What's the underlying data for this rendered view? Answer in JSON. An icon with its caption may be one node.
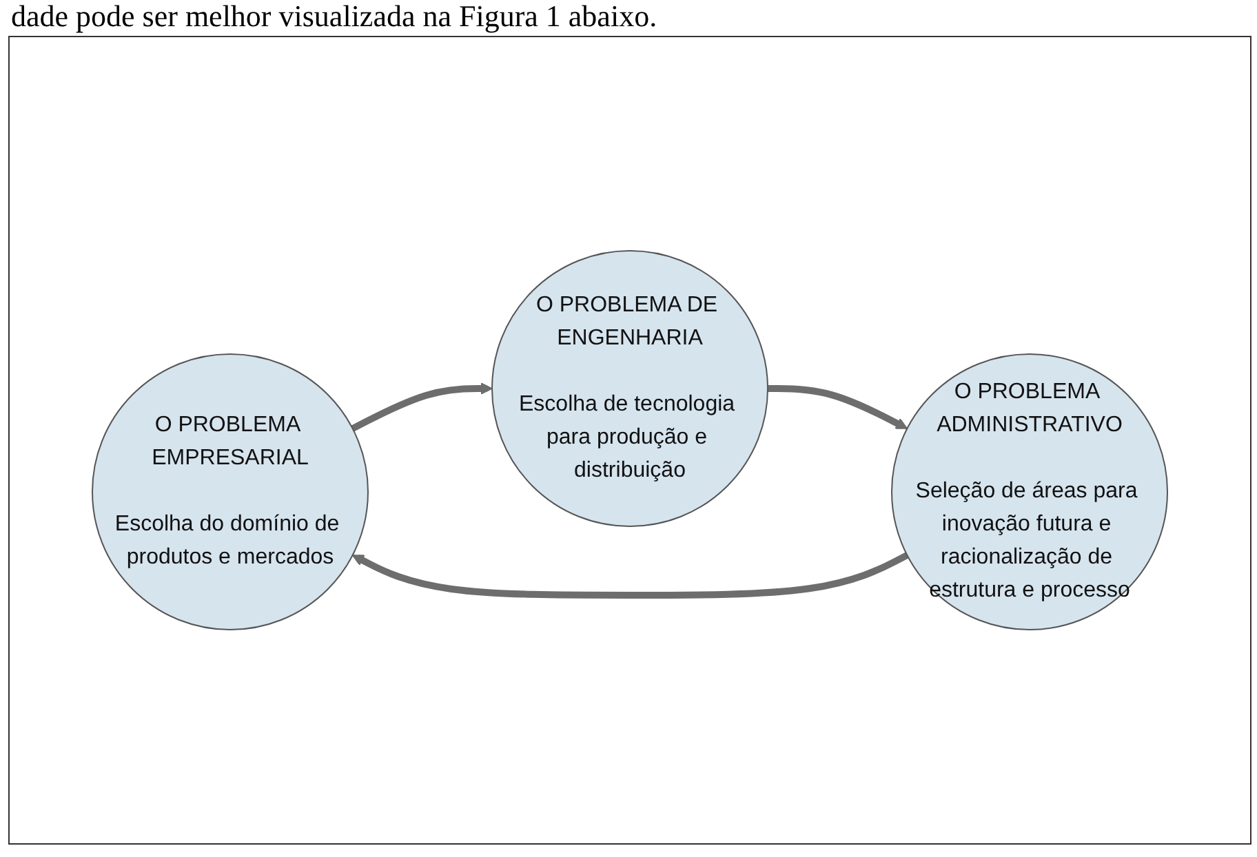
{
  "diagram": {
    "nodes": [
      {
        "text": [
          "O PROBLEMA EMPRESARIAL",
          "Escolha do domínio de produtos e mercados"
        ]
      },
      {
        "text": [
          "O PROBLEMA ADMINISTRATIVO",
          "Seleção de áreas para inovação futura e racionalização de estrutura e processo"
        ]
      },
      {
        "text": [
          "O PROBLEMA DE ENGENHARIA",
          "Escolha de tecnologia para produção e distribuição"
        ]
      }
    ],
    "edges": [
      {
        "from": 0,
        "to": 2,
        "arrow": "to"
      },
      {
        "from": 2,
        "to": 1,
        "arrow": "to"
      },
      {
        "from": 1,
        "to": 0,
        "arrow": "to"
      }
    ],
    "labels": [
      "dade pode ser melhor visualizada na Figura 1 abaixo."
    ]
  }
}
